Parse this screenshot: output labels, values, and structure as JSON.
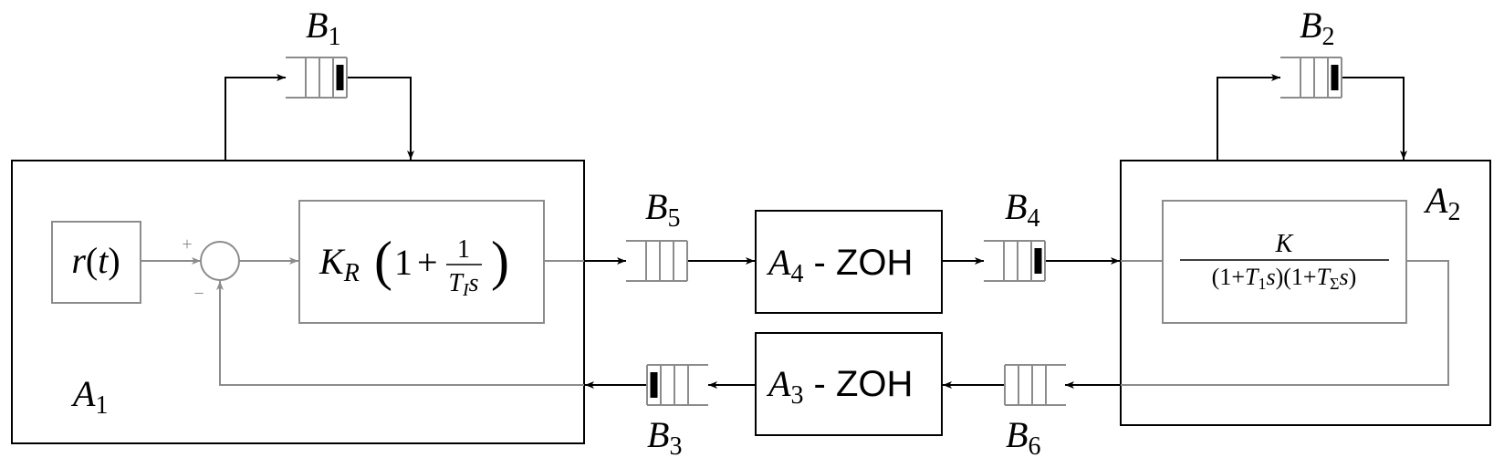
{
  "blocks": {
    "a1": {
      "letter": "A",
      "sub": "1"
    },
    "a2": {
      "letter": "A",
      "sub": "2"
    },
    "a3": {
      "letter": "A",
      "sub": "3",
      "suffix": " - ZOH"
    },
    "a4": {
      "letter": "A",
      "sub": "4",
      "suffix": " - ZOH"
    }
  },
  "buffers": [
    {
      "id": "b1",
      "letter": "B",
      "sub": "1",
      "filled": true
    },
    {
      "id": "b2",
      "letter": "B",
      "sub": "2",
      "filled": true
    },
    {
      "id": "b3",
      "letter": "B",
      "sub": "3",
      "filled": true
    },
    {
      "id": "b4",
      "letter": "B",
      "sub": "4",
      "filled": true
    },
    {
      "id": "b5",
      "letter": "B",
      "sub": "5",
      "filled": false
    },
    {
      "id": "b6",
      "letter": "B",
      "sub": "6",
      "filled": false
    }
  ],
  "reference": {
    "r": "r",
    "open": "(",
    "t": "t",
    "close": ")"
  },
  "sum": {
    "plus": "+",
    "minus": "−"
  },
  "controller": {
    "k": "K",
    "k_sub": "R",
    "lparen": "(",
    "one": "1",
    "plus": "+",
    "num": "1",
    "den_t": "T",
    "den_sub": "I",
    "den_s": "s",
    "rparen": ")"
  },
  "plant": {
    "num": "K",
    "d_open1": "(1+",
    "d_t1": "T",
    "d_sub1": "1",
    "d_s1": "s",
    "d_close1": ")",
    "d_open2": "(1+",
    "d_t2": "T",
    "d_sub2": "Σ",
    "d_s2": "s",
    "d_close2": ")"
  },
  "colors": {
    "black": "#000000",
    "gray": "#8c8c8c"
  }
}
